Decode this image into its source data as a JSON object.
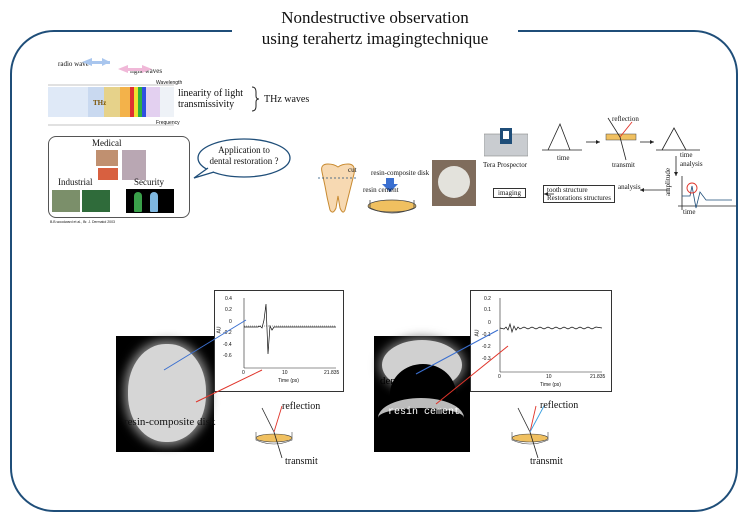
{
  "title": {
    "line1": "Nondestructive observation",
    "line2": "using terahertz imagingtechnique"
  },
  "spectrum": {
    "radio_wave": "radio wave",
    "light_waves": "light waves",
    "wavelength": "Wavelength",
    "frequency": "Frequency",
    "thz_band": "THz",
    "linearity_line1": "linearity of light",
    "linearity_line2": "transmissivity",
    "thz_waves": "THz waves"
  },
  "applications": {
    "medical": "Medical",
    "industrial": "Industrial",
    "security": "Security",
    "reference": "B.B.woodward et al., Br. J. Dermatol 2003",
    "bubble_line1": "Application to",
    "bubble_line2": "dental restoration ?"
  },
  "specimen": {
    "cut": "cut",
    "disk": "resin-composite disk",
    "cement": "resin cement"
  },
  "process": {
    "device": "Tera Prospector",
    "time": "time",
    "reflection": "reflection",
    "transmit": "transmit",
    "analysis": "analysis",
    "amplitude": "amplitude",
    "imaging": "imaging",
    "structures_line1": "tooth structure",
    "structures_line2": "Restorations structures"
  },
  "left_result": {
    "image_label": "resin-composite disk",
    "reflection": "reflection",
    "transmit": "transmit",
    "ylabel": "AU",
    "xlabel": "Time (ps)",
    "yticks": [
      "0.4",
      "0.2",
      "0",
      "-0.2",
      "-0.4",
      "-0.6"
    ],
    "xticks": [
      "0",
      "10",
      "21.835"
    ]
  },
  "right_result": {
    "dentin": "dentin",
    "cement": "resin cement",
    "reflection": "reflection",
    "transmit": "transmit",
    "ylabel": "AU",
    "xlabel": "Time (ps)",
    "yticks": [
      "0.2",
      "0.1",
      "0",
      "-0.1",
      "-0.2",
      "-0.3"
    ],
    "xticks": [
      "0",
      "10",
      "21.835"
    ]
  },
  "colors": {
    "frame": "#1f4e79",
    "arrow_blue": "#3a6fd0",
    "arrow_red": "#e0342a"
  }
}
